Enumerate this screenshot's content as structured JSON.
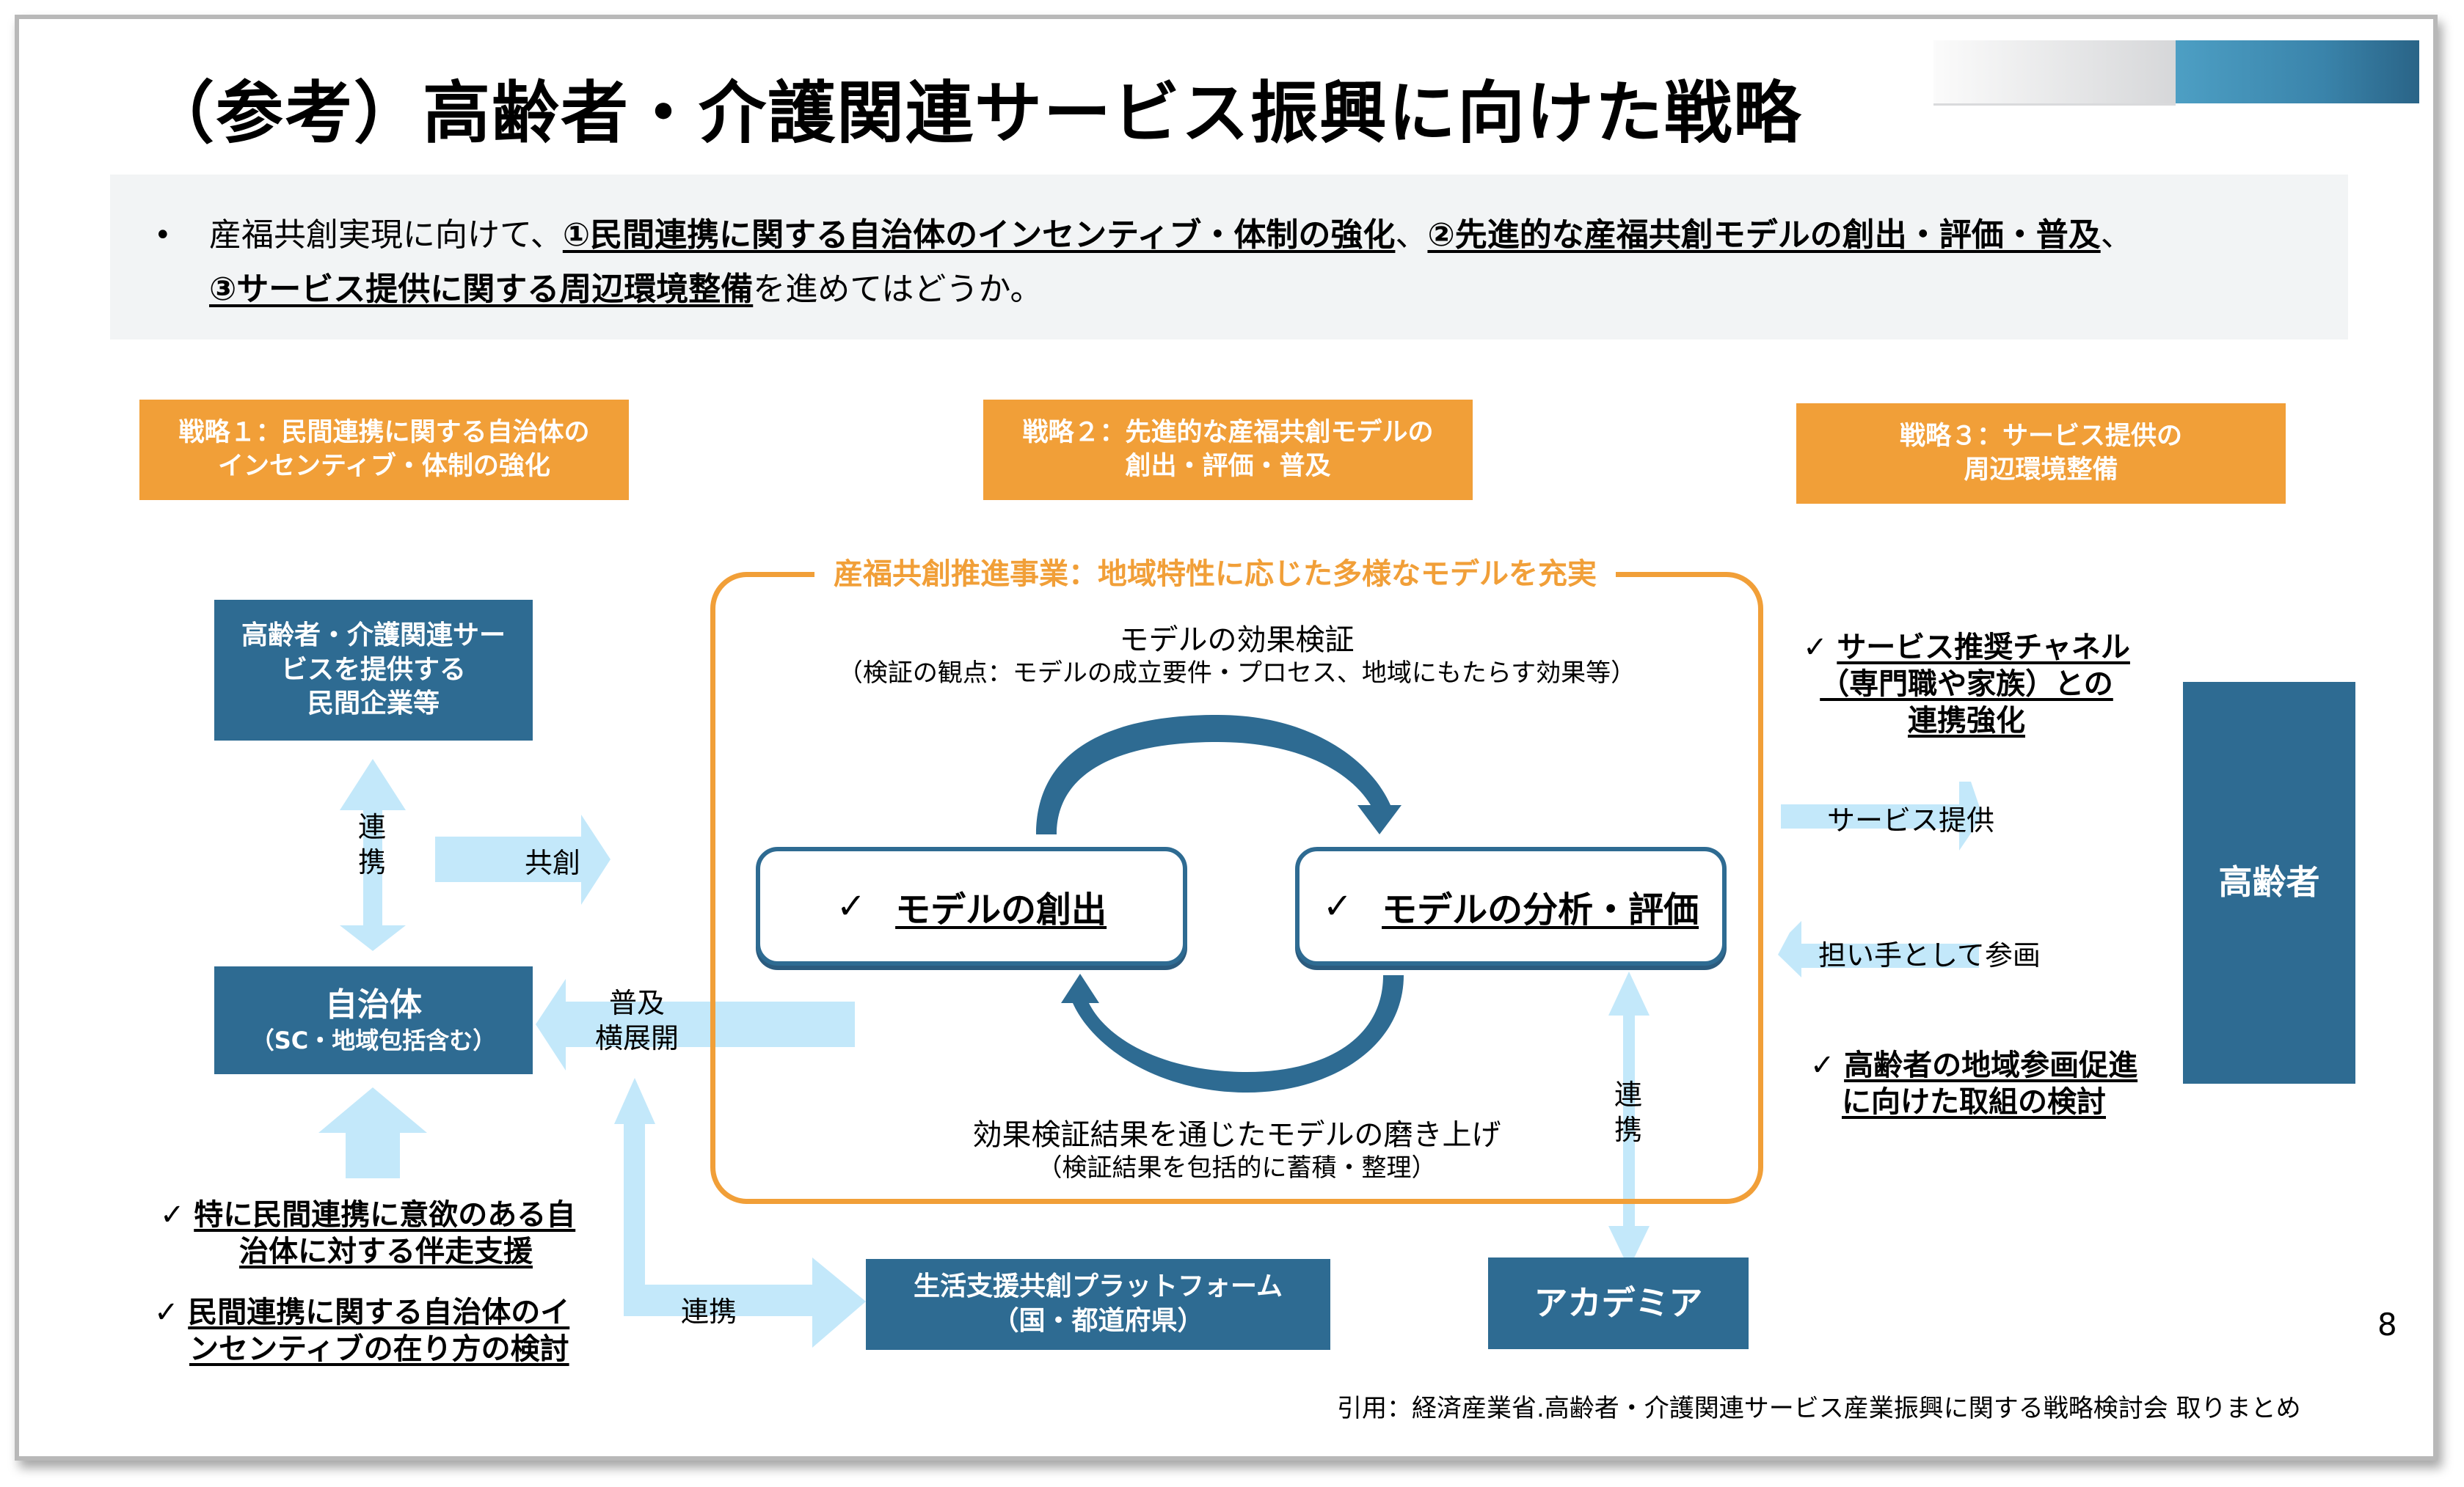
{
  "title": "（参考）高齢者・介護関連サービス振興に向けた戦略",
  "summary": {
    "bullet": "•",
    "intro": "産福共創実現に向けて、",
    "point1": "①民間連携に関する自治体のインセンティブ・体制の強化",
    "sep1": "、",
    "point2": "②先進的な産福共創モデルの創出・評価・普及",
    "sep2": "、",
    "point3": "③サービス提供に関する周辺環境整備",
    "outro": "を進めてはどうか。"
  },
  "strategies": [
    {
      "line1": "戦略１：民間連携に関する自治体の",
      "line2": "インセンティブ・体制の強化"
    },
    {
      "line1": "戦略２：先進的な産福共創モデルの",
      "line2": "創出・評価・普及"
    },
    {
      "line1": "戦略３：サービス提供の",
      "line2": "周辺環境整備"
    }
  ],
  "entities": {
    "companies": {
      "line1": "高齢者・介護関連サー",
      "line2": "ビスを提供する",
      "line3": "民間企業等"
    },
    "municipality": {
      "name": "自治体",
      "sub": "（SC・地域包括含む）"
    },
    "platform": {
      "name": "生活支援共創プラットフォーム",
      "sub": "（国・都道府県）"
    },
    "academia": {
      "name": "アカデミア"
    },
    "elderly": {
      "name": "高齢者"
    }
  },
  "frame": {
    "title": "産福共創推進事業：地域特性に応じた多様なモデルを充実",
    "top_heading": "モデルの効果検証",
    "top_sub": "（検証の観点：モデルの成立要件・プロセス、地域にもたらす効果等）",
    "box_left": "モデルの創出",
    "box_right": "モデルの分析・評価",
    "bottom_heading": "効果検証結果を通じたモデルの磨き上げ",
    "bottom_sub": "（検証結果を包括的に蓄積・整理）"
  },
  "arrow_labels": {
    "renkei_vertical_1": "連",
    "renkei_vertical_2": "携",
    "kyoso": "共創",
    "fukyu_1": "普及",
    "fukyu_2": "横展開",
    "renkei_platform": "連携",
    "renkei_academia_1": "連",
    "renkei_academia_2": "携",
    "service": "サービス提供",
    "participate": "担い手として参画"
  },
  "checklists": {
    "left": [
      {
        "line1": "特に民間連携に意欲のある自",
        "line2": "治体に対する伴走支援"
      },
      {
        "line1": "民間連携に関する自治体のイ",
        "line2": "ンセンティブの在り方の検討"
      }
    ],
    "right_top": {
      "line1": "サービス推奨チャネル",
      "line2": "（専門職や家族）との",
      "line3": "連携強化"
    },
    "right_bottom": {
      "line1": "高齢者の地域参画促進",
      "line2": "に向けた取組の検討"
    }
  },
  "check_mark": "✓",
  "page_number": "8",
  "citation": "引用：経済産業省.高齢者・介護関連サービス産業振興に関する戦略検討会 取りまとめ",
  "colors": {
    "orange": "#f19f38",
    "navy": "#2e6b92",
    "light_blue_arrow": "#c3e8fa",
    "summary_bg": "#f2f4f5"
  }
}
